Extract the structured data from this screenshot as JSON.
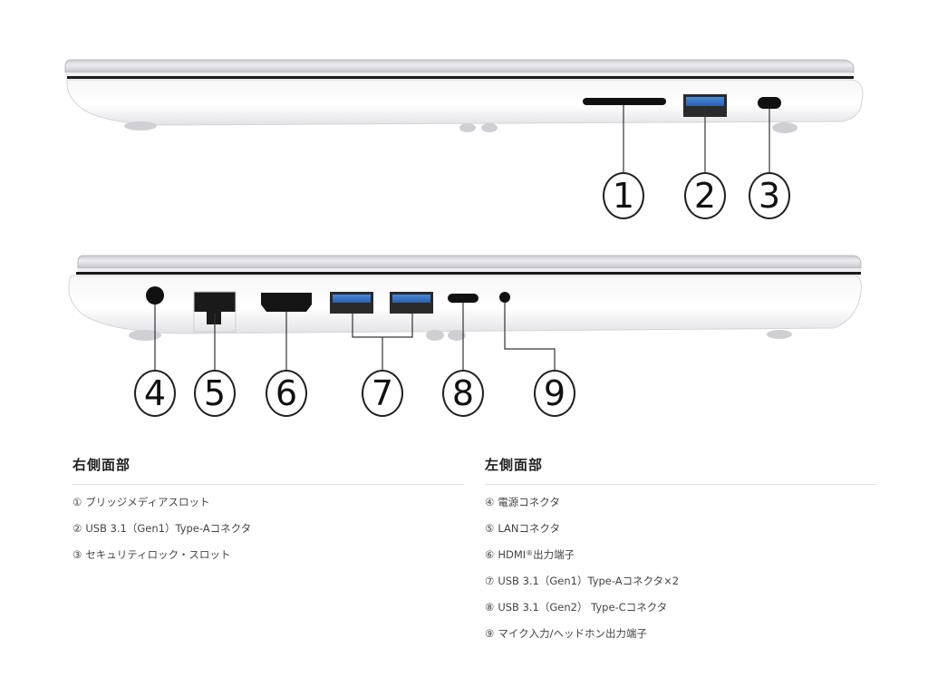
{
  "figure": {
    "right_side_view": {
      "callouts": [
        "1",
        "2",
        "3"
      ]
    },
    "left_side_view": {
      "callouts": [
        "4",
        "5",
        "6",
        "7",
        "8",
        "9"
      ]
    },
    "colors": {
      "usb_a_blue": "#3a78c8",
      "port_black": "#111111",
      "chassis": "#f1f1f3",
      "lid": "#d8d8de"
    }
  },
  "right_section": {
    "title": "右側面部",
    "items": [
      {
        "num": "①",
        "label": "ブリッジメディアスロット"
      },
      {
        "num": "②",
        "label": "USB 3.1（Gen1）Type-Aコネクタ"
      },
      {
        "num": "③",
        "label": "セキュリティロック・スロット"
      }
    ]
  },
  "left_section": {
    "title": "左側面部",
    "items": [
      {
        "num": "④",
        "label": "電源コネクタ"
      },
      {
        "num": "⑤",
        "label": "LANコネクタ"
      },
      {
        "num": "⑥",
        "label": "HDMI",
        "sup": "®",
        "label_suffix": "出力端子"
      },
      {
        "num": "⑦",
        "label": "USB 3.1（Gen1）Type-Aコネクタ×2"
      },
      {
        "num": "⑧",
        "label": "USB 3.1（Gen2） Type-Cコネクタ"
      },
      {
        "num": "⑨",
        "label": "マイク入力/ヘッドホン出力端子"
      }
    ]
  }
}
